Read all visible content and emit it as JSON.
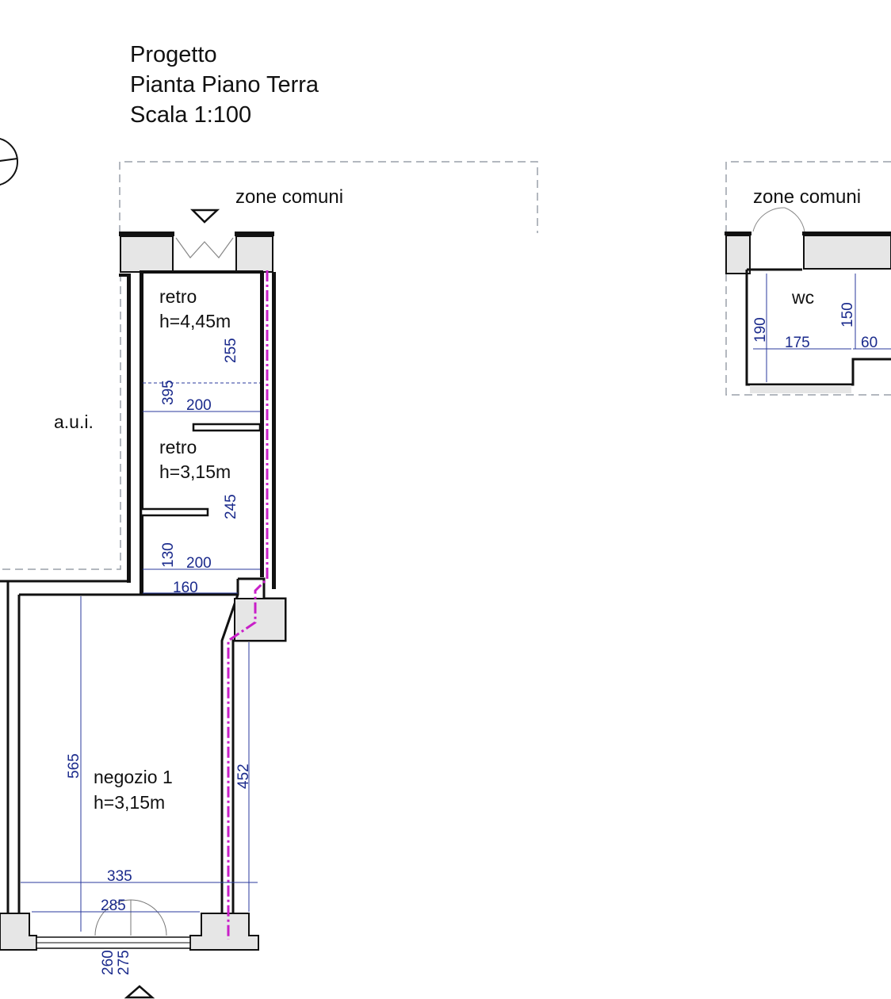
{
  "title": {
    "line1": "Progetto",
    "line2": "Pianta Piano Terra",
    "line3": "Scala 1:100"
  },
  "zones": {
    "zone_comuni_main": "zone comuni",
    "zone_comuni_wc": "zone comuni",
    "aui": "a.u.i."
  },
  "rooms": {
    "retro_upper": {
      "name": "retro",
      "height": "h=4,45m"
    },
    "retro_lower": {
      "name": "retro",
      "height": "h=3,15m"
    },
    "negozio": {
      "name": "negozio 1",
      "height": "h=3,15m"
    },
    "wc": {
      "name": "wc"
    }
  },
  "dimensions": {
    "d255": "255",
    "d395": "395",
    "d200a": "200",
    "d245": "245",
    "d130": "130",
    "d200b": "200",
    "d160": "160",
    "d565": "565",
    "d452": "452",
    "d335": "335",
    "d285": "285",
    "d260": "260",
    "d275": "275",
    "d190": "190",
    "d175": "175",
    "d150": "150",
    "d60": "60"
  },
  "colors": {
    "wall": "#111111",
    "dimension": "#1a2a8c",
    "utility_line": "#c81fc8",
    "zone_boundary": "#9aa0aa"
  }
}
